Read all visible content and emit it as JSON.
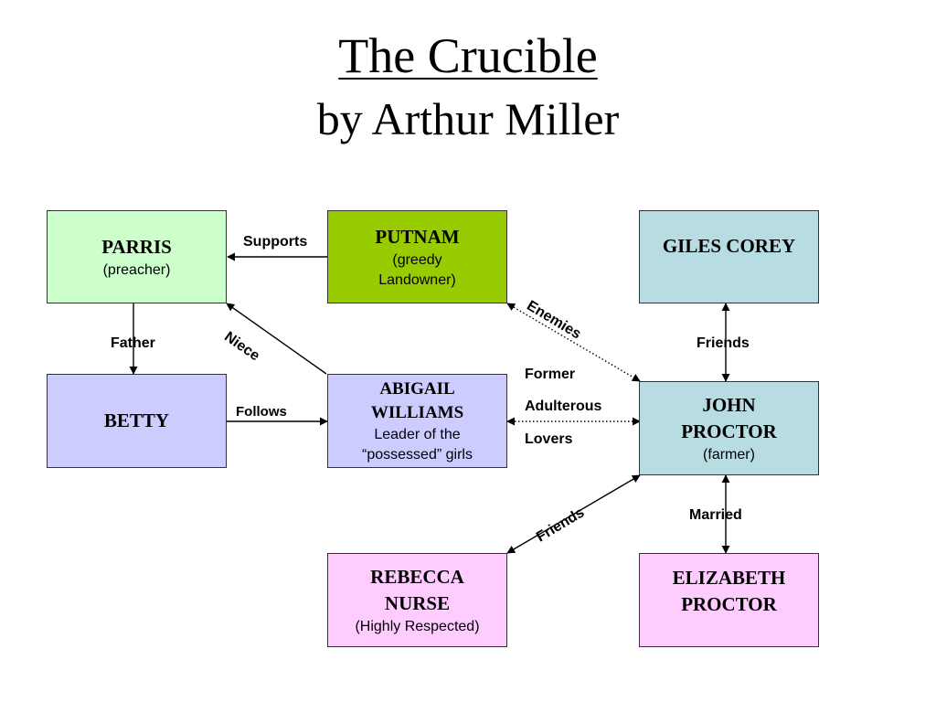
{
  "title": "The Crucible",
  "subtitle": "by Arthur Miller",
  "colors": {
    "green_light": "#ccffcc",
    "green_dark": "#99cc00",
    "blue_gray": "#b7dde3",
    "lavender": "#ccccff",
    "pink": "#ffccff"
  },
  "nodes": {
    "parris": {
      "name": "PARRIS",
      "desc": "(preacher)"
    },
    "putnam": {
      "name": "PUTNAM",
      "desc": "(greedy Landowner)"
    },
    "giles": {
      "name": "GILES COREY"
    },
    "betty": {
      "name": "BETTY"
    },
    "abigail": {
      "name": "ABIGAIL WILLIAMS",
      "desc": "Leader of the “possessed” girls"
    },
    "proctor": {
      "name": "JOHN PROCTOR",
      "desc": "(farmer)"
    },
    "rebecca": {
      "name": "REBECCA NURSE",
      "desc": "(Highly Respected)"
    },
    "elizabeth": {
      "name": "ELIZABETH PROCTOR"
    }
  },
  "relations": {
    "supports": "Supports",
    "father": "Father",
    "niece": "Niece",
    "follows": "Follows",
    "enemies": "Enemies",
    "former": "Former",
    "adulterous": "Adulterous",
    "lovers": "Lovers",
    "friends_giles": "Friends",
    "friends_rebecca": "Friends",
    "married": "Married"
  }
}
